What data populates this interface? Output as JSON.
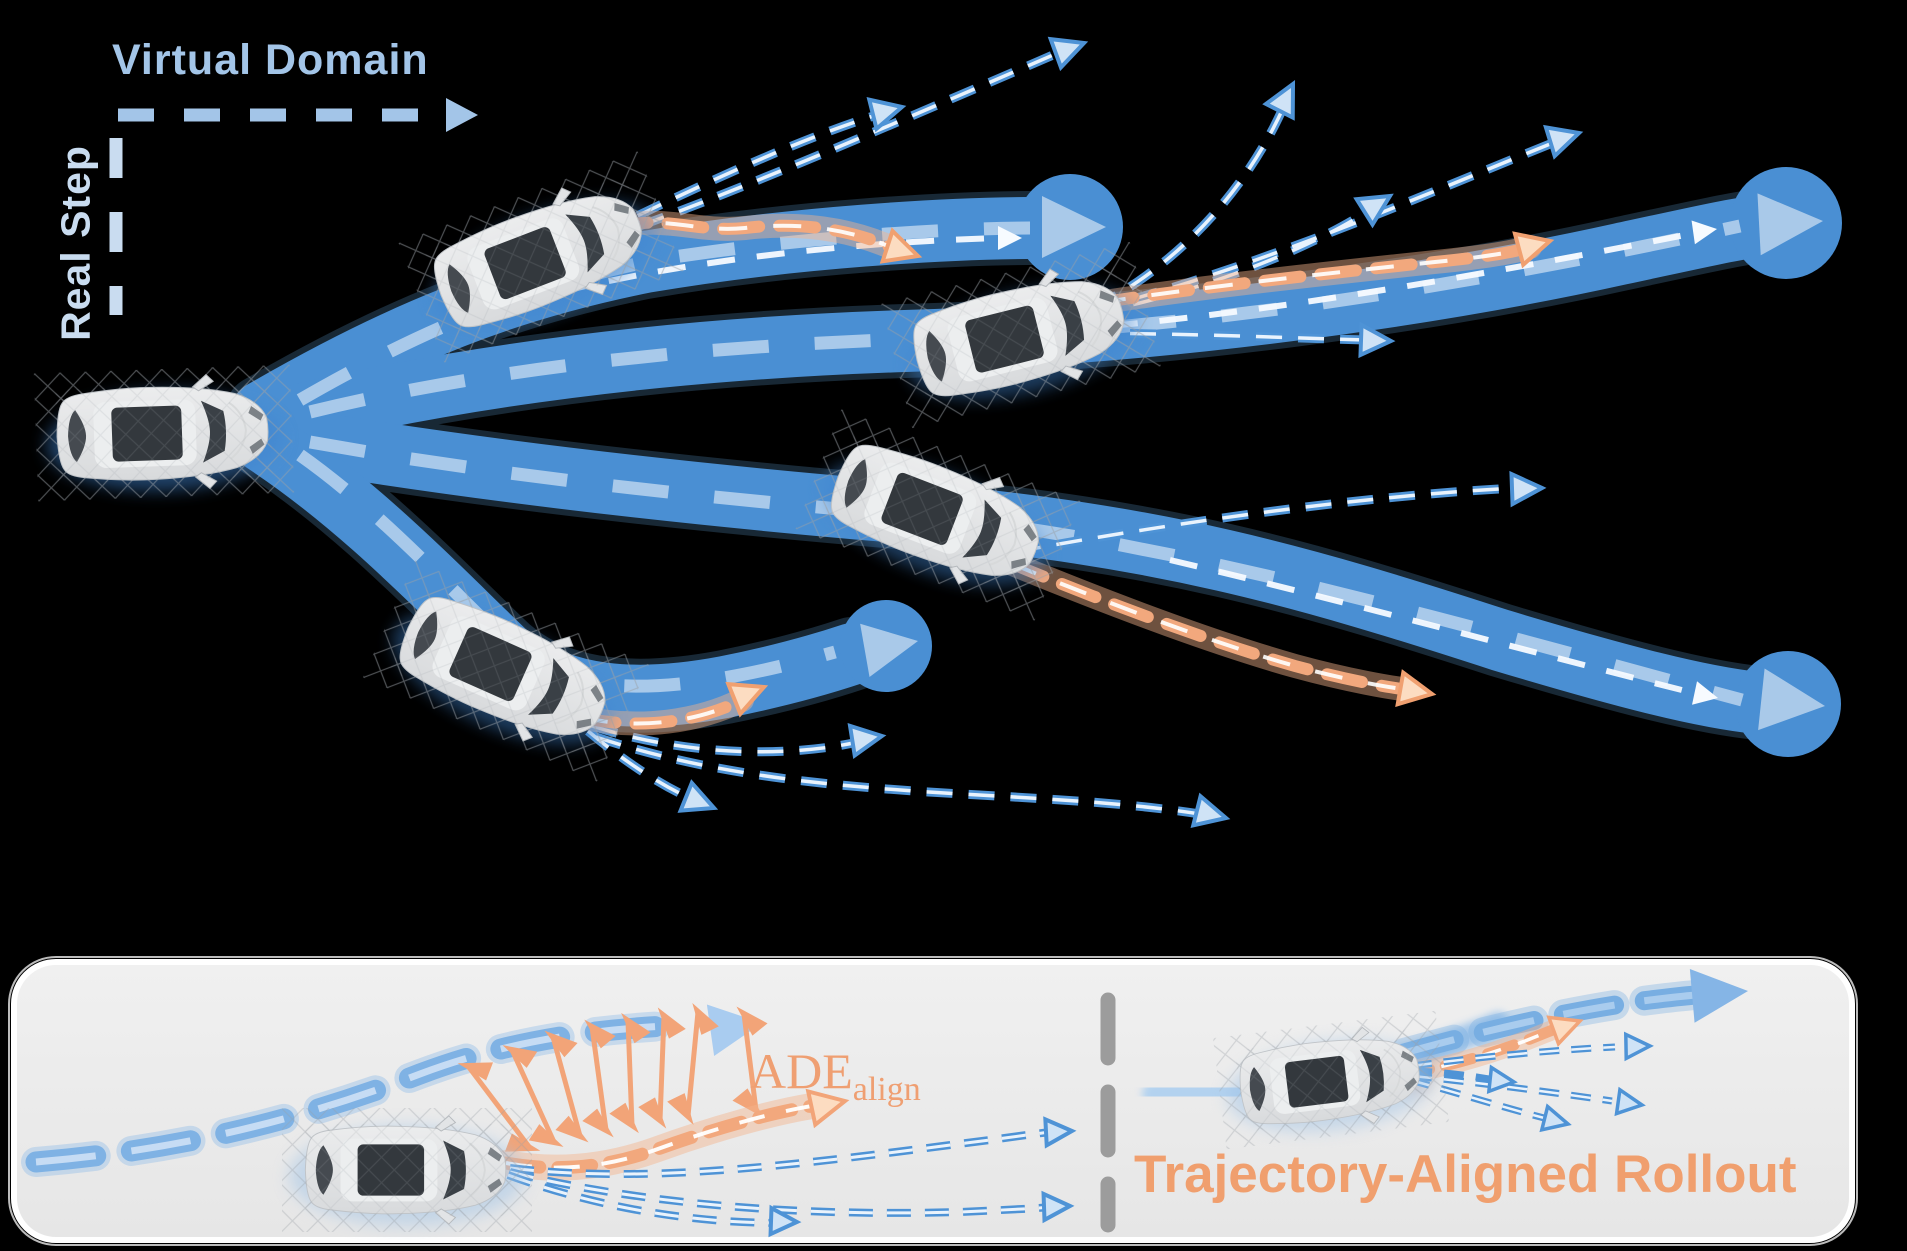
{
  "labels": {
    "virtual_domain": "Virtual Domain",
    "real_step": "Real Step",
    "ade_metric": "ADE",
    "ade_metric_subscript": "align",
    "rollout_caption": "Trajectory-Aligned Rollout"
  },
  "colors": {
    "background": "#000000",
    "trajectory_band_blue": "#4a8fd3",
    "trajectory_dash_light_blue": "#a8c9ea",
    "thin_dashed_arrow_blue": "#4e93d6",
    "aligned_trajectory_orange": "#f2a87d",
    "virtual_domain_label_blue": "#a3c5e8",
    "real_step_label_blue": "#c9dcf0",
    "ade_label_orange": "#ef9f72",
    "rollout_caption_orange": "#f09f6e",
    "panel_background_gray": "#eaeaea",
    "panel_border_white": "#ffffff",
    "panel_divider_gray": "#9c9c9c"
  },
  "icons": {
    "car": "car-top-view-icon",
    "thick_trajectory": "blue-dashed-band-arrow-icon",
    "sampled_trajectory": "thin-blue-dashed-arrow-icon",
    "aligned_trajectory": "orange-dashed-arrow-icon",
    "alignment_error": "double-headed-orange-arrow-icon"
  }
}
